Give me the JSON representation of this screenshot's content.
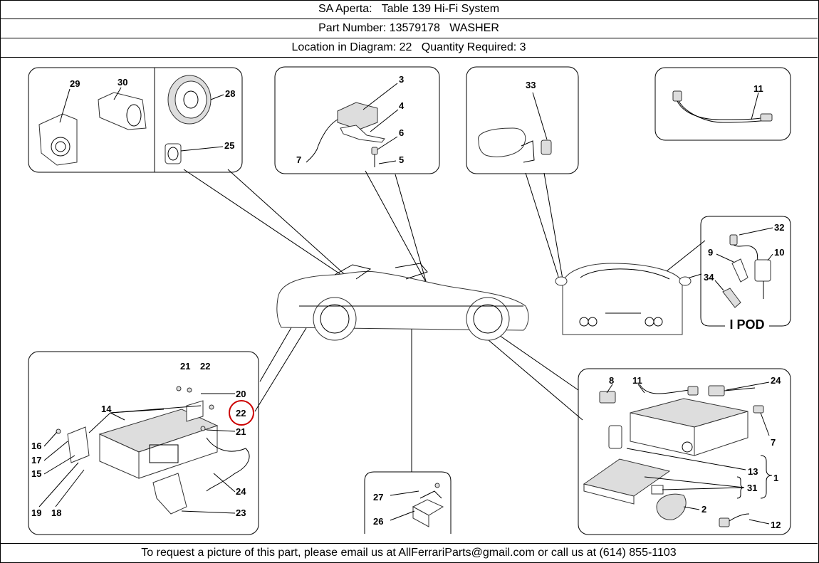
{
  "header": {
    "title": "SA Aperta:   Table 139 Hi-Fi System",
    "part_number": "Part Number: 13579178   WASHER",
    "location": "Location in Diagram: 22   Quantity Required: 3"
  },
  "footer": {
    "contact": "To request a picture of this part, please email us at AllFerrariParts@gmail.com or call us at (614) 855-1103"
  },
  "diagram": {
    "highlight_color": "#cc0000",
    "ipod_label": "I POD",
    "callouts": {
      "c1": "1",
      "c2": "2",
      "c3": "3",
      "c4": "4",
      "c5": "5",
      "c6": "6",
      "c7a": "7",
      "c7b": "7",
      "c8": "8",
      "c9": "9",
      "c10": "10",
      "c11a": "11",
      "c11b": "11",
      "c12": "12",
      "c13": "13",
      "c14": "14",
      "c15": "15",
      "c16": "16",
      "c17": "17",
      "c18": "18",
      "c19": "19",
      "c20": "20",
      "c21a": "21",
      "c21b": "21",
      "c22a": "22",
      "c22b": "22",
      "c23": "23",
      "c24a": "24",
      "c24b": "24",
      "c25": "25",
      "c26": "26",
      "c27": "27",
      "c28": "28",
      "c29": "29",
      "c30": "30",
      "c31": "31",
      "c32": "32",
      "c33": "33",
      "c34": "34"
    }
  }
}
